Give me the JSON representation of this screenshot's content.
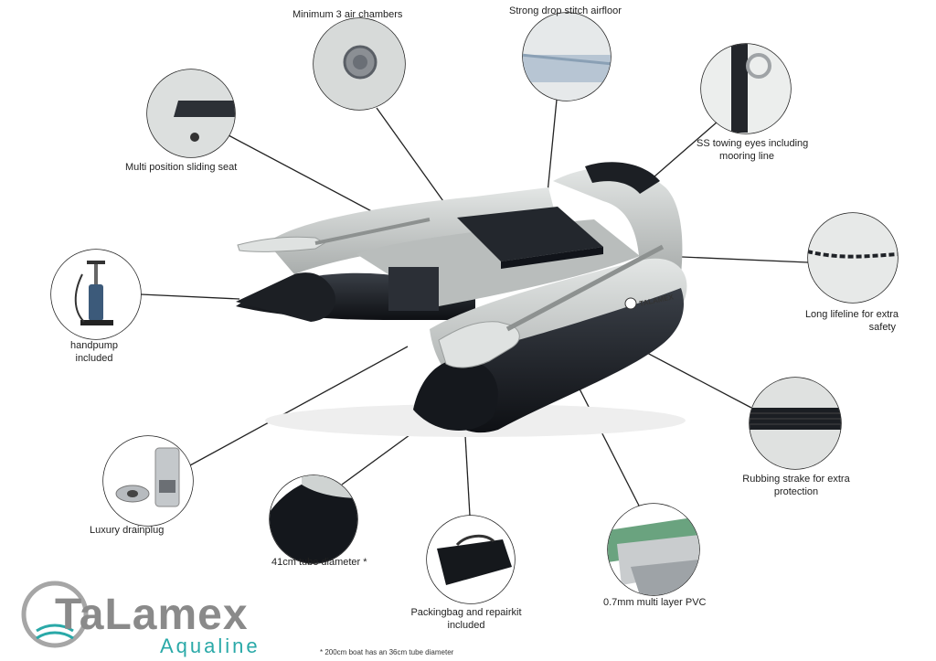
{
  "brand": {
    "logo_text": "TaLamex",
    "subline": "Aqualine"
  },
  "footnote": "* 200cm boat has an 36cm tube diameter",
  "callouts": {
    "air_chambers": "Minimum 3 air chambers",
    "airfloor": "Strong drop stitch airfloor",
    "towing_l1": "SS towing eyes including",
    "towing_l2": "mooring line",
    "sliding_seat": "Multi position sliding seat",
    "handpump_l1": "handpump",
    "handpump_l2": "included",
    "lifeline_l1": "Long lifeline for extra",
    "lifeline_l2": "safety",
    "rubbing_l1": "Rubbing strake for extra",
    "rubbing_l2": "protection",
    "drainplug": "Luxury drainplug",
    "tube": "41cm tube diameter *",
    "packingbag_l1": "Packingbag and repairkit",
    "packingbag_l2": "included",
    "pvc": "0.7mm multi layer PVC"
  },
  "boat_badge": "TALAMEX",
  "colors": {
    "tube_light": "#c9cdcc",
    "tube_dark": "#1c1f24",
    "logo_grey": "#8a8a8a",
    "accent": "#2aa9a8"
  }
}
